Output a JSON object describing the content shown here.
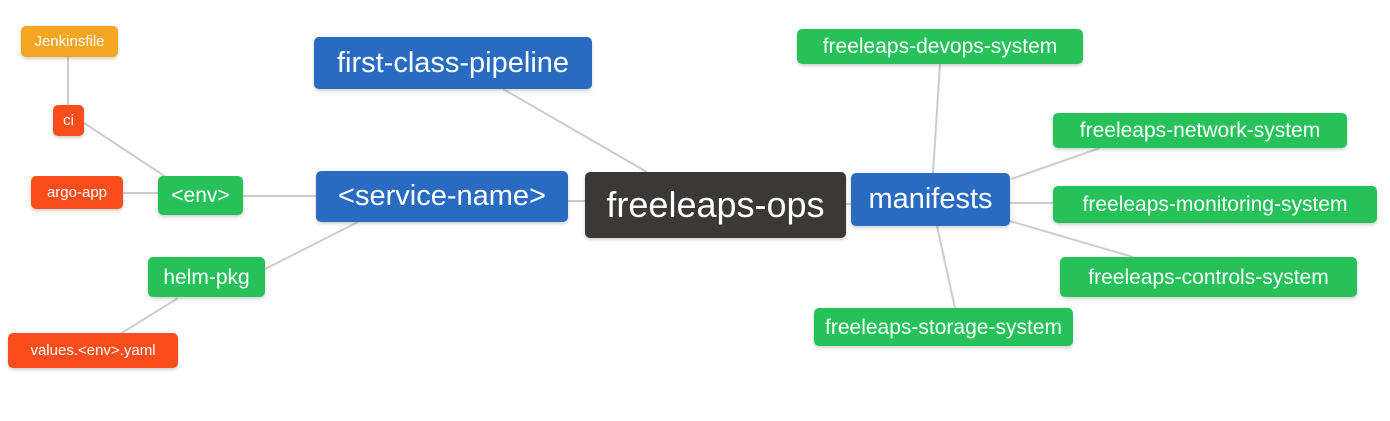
{
  "diagram": {
    "type": "mindmap",
    "center_node": "freeleaps-ops",
    "palette": {
      "orange": "#f6a623",
      "red": "#f94d1c",
      "green": "#27c15a",
      "blue": "#2a6bc2",
      "dark": "#3b3938",
      "edge": "#cccccc",
      "text": "#ffffff",
      "background": "#ffffff"
    },
    "nodes": [
      {
        "id": "jenkinsfile",
        "label": "Jenkinsfile",
        "color": "orange"
      },
      {
        "id": "ci",
        "label": "ci",
        "color": "red"
      },
      {
        "id": "argo-app",
        "label": "argo-app",
        "color": "red"
      },
      {
        "id": "env",
        "label": "<env>",
        "color": "green"
      },
      {
        "id": "helm-pkg",
        "label": "helm-pkg",
        "color": "green"
      },
      {
        "id": "values-env-yaml",
        "label": "values.<env>.yaml",
        "color": "red"
      },
      {
        "id": "first-class-pipeline",
        "label": "first-class-pipeline",
        "color": "blue"
      },
      {
        "id": "service-name",
        "label": "<service-name>",
        "color": "blue"
      },
      {
        "id": "freeleaps-ops",
        "label": "freeleaps-ops",
        "color": "dark"
      },
      {
        "id": "manifests",
        "label": "manifests",
        "color": "blue"
      },
      {
        "id": "freeleaps-devops-system",
        "label": "freeleaps-devops-system",
        "color": "green"
      },
      {
        "id": "freeleaps-network-system",
        "label": "freeleaps-network-system",
        "color": "green"
      },
      {
        "id": "freeleaps-monitoring-system",
        "label": "freeleaps-monitoring-system",
        "color": "green"
      },
      {
        "id": "freeleaps-controls-system",
        "label": "freeleaps-controls-system",
        "color": "green"
      },
      {
        "id": "freeleaps-storage-system",
        "label": "freeleaps-storage-system",
        "color": "green"
      }
    ],
    "edges": [
      {
        "from": "Jenkinsfile",
        "to": "ci"
      },
      {
        "from": "ci",
        "to": "<env>"
      },
      {
        "from": "argo-app",
        "to": "<env>"
      },
      {
        "from": "<env>",
        "to": "<service-name>"
      },
      {
        "from": "helm-pkg",
        "to": "<service-name>"
      },
      {
        "from": "helm-pkg",
        "to": "values.<env>.yaml"
      },
      {
        "from": "first-class-pipeline",
        "to": "freeleaps-ops"
      },
      {
        "from": "<service-name>",
        "to": "freeleaps-ops"
      },
      {
        "from": "freeleaps-ops",
        "to": "manifests"
      },
      {
        "from": "manifests",
        "to": "freeleaps-devops-system"
      },
      {
        "from": "manifests",
        "to": "freeleaps-network-system"
      },
      {
        "from": "manifests",
        "to": "freeleaps-monitoring-system"
      },
      {
        "from": "manifests",
        "to": "freeleaps-controls-system"
      },
      {
        "from": "manifests",
        "to": "freeleaps-storage-system"
      }
    ]
  }
}
